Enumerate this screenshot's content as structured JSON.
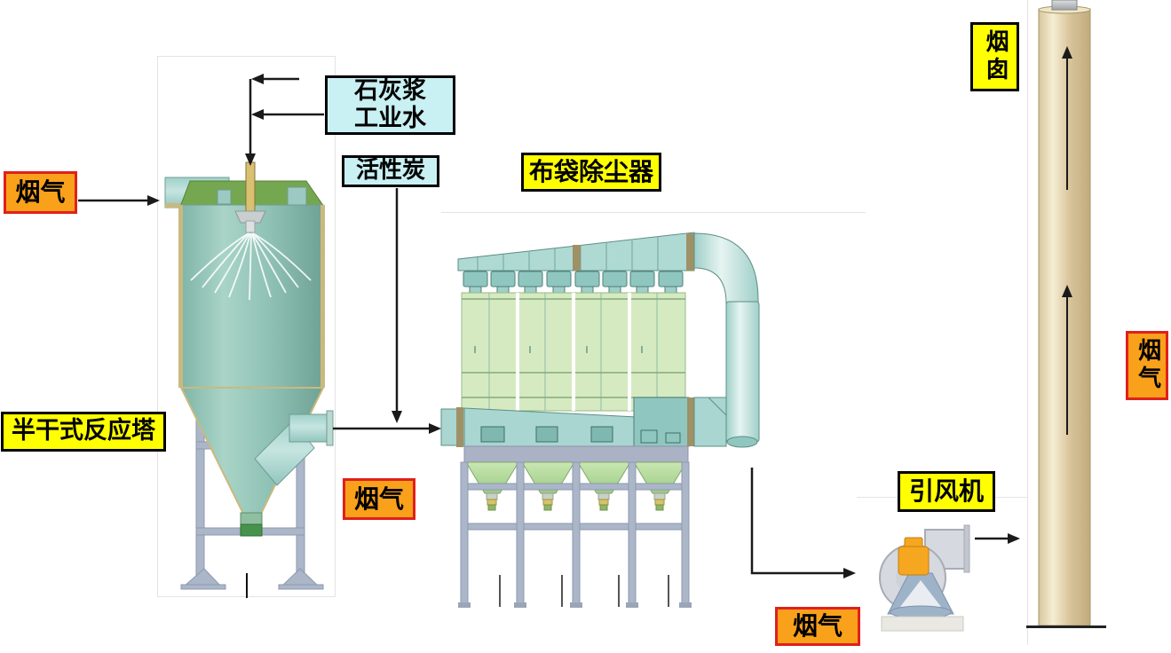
{
  "labels": {
    "inlet_flue_gas": {
      "text": "烟气"
    },
    "reagent": {
      "line1": "石灰浆",
      "line2": "工业水"
    },
    "activated_carbon": {
      "text": "活性炭"
    },
    "bag_filter": {
      "text": "布袋除尘器"
    },
    "semi_dry_tower": {
      "text": "半干式反应塔"
    },
    "duct_flue_gas": {
      "text": "烟气"
    },
    "id_fan": {
      "text": "引风机"
    },
    "fan_outlet_flue_gas": {
      "text": "烟气"
    },
    "chimney": {
      "text": "烟囱"
    },
    "stack_flue_gas": {
      "text": "烟气"
    }
  },
  "colors": {
    "label_orange": "#F9A11B",
    "label_red_border": "#E0201B",
    "label_yellow": "#FFFF00",
    "label_cyan": "#C9F0F3",
    "line_black": "#1a1a1a",
    "tower_teal": "#8FC2B5",
    "duct_teal": "#A9D6D0",
    "bag_green": "#D6EAC2",
    "hopper_green": "#AED698",
    "stack_tan": "#D9C49B",
    "fan_grey": "#D6D9DF",
    "motor_orange": "#F6A720",
    "frame_grey": "#ABB6C8",
    "roof_green": "#74A74F"
  }
}
